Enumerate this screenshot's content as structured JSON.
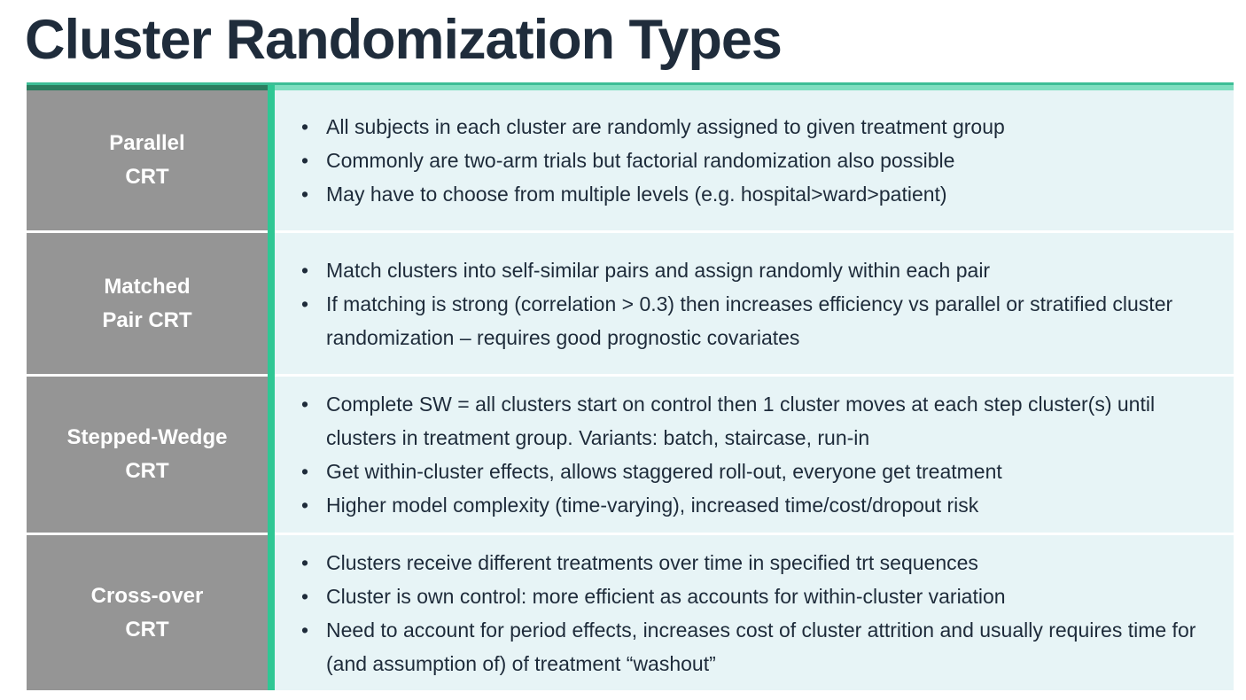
{
  "title": "Cluster Randomization Types",
  "colors": {
    "title_text": "#1f2c3b",
    "body_text": "#1e2b3a",
    "label_cell_bg": "#959595",
    "label_text": "#ffffff",
    "content_cell_bg": "#e7f4f6",
    "divider_teal": "#2fc794",
    "top_strip_mint": "#3dbe96",
    "top_band_dark_green": "#2b7d5f",
    "top_band_pale_mint": "#7fdec0",
    "row_gap": "#ffffff"
  },
  "table": {
    "rows": [
      {
        "label_line1": "Parallel",
        "label_line2": "CRT",
        "bullets": [
          "All subjects in each cluster are randomly assigned to given treatment group",
          "Commonly are two-arm trials but factorial randomization also possible",
          "May have to choose from multiple levels (e.g. hospital>ward>patient)"
        ]
      },
      {
        "label_line1": "Matched",
        "label_line2": "Pair CRT",
        "bullets": [
          "Match clusters into self-similar pairs and assign randomly within each pair",
          "If matching is strong (correlation > 0.3) then increases efficiency vs parallel or stratified cluster randomization – requires good prognostic covariates"
        ]
      },
      {
        "label_line1": "Stepped-Wedge",
        "label_line2": "CRT",
        "bullets": [
          "Complete SW = all clusters start on control then 1 cluster moves at each step cluster(s) until clusters in treatment group. Variants: batch, staircase, run-in",
          "Get within-cluster effects, allows staggered roll-out, everyone get treatment",
          "Higher model complexity (time-varying), increased time/cost/dropout risk"
        ]
      },
      {
        "label_line1": "Cross-over",
        "label_line2": "CRT",
        "bullets": [
          "Clusters receive different treatments over time in specified trt sequences",
          "Cluster is own control: more efficient as accounts for within-cluster variation",
          "Need to account for period effects, increases cost of cluster attrition and usually requires time for (and assumption of) of treatment “washout”"
        ]
      }
    ]
  }
}
